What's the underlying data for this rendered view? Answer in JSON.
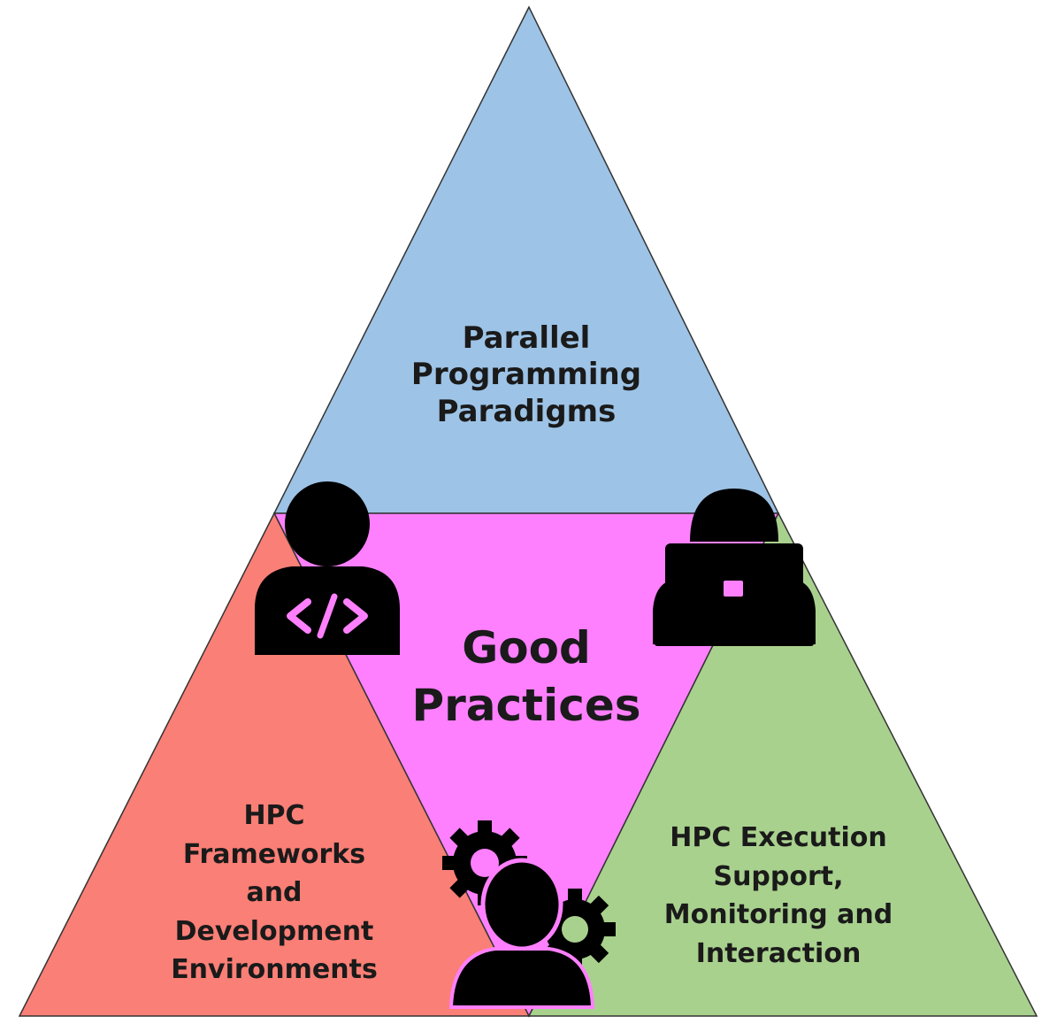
{
  "diagram": {
    "top_section": {
      "lines": [
        "Parallel",
        "Programming",
        "Paradigms"
      ],
      "color": "#9dc3e6"
    },
    "center_section": {
      "lines": [
        "Good",
        "Practices"
      ],
      "color": "#ff80ff"
    },
    "left_section": {
      "lines": [
        "HPC",
        "Frameworks",
        "and",
        "Development",
        "Environments"
      ],
      "color": "#fa7f76"
    },
    "right_section": {
      "lines": [
        "HPC Execution",
        "Support,",
        "Monitoring and",
        "Interaction"
      ],
      "color": "#a9d18e"
    },
    "icons": [
      "developer-code-icon",
      "person-laptop-icon",
      "person-gears-icon"
    ]
  }
}
